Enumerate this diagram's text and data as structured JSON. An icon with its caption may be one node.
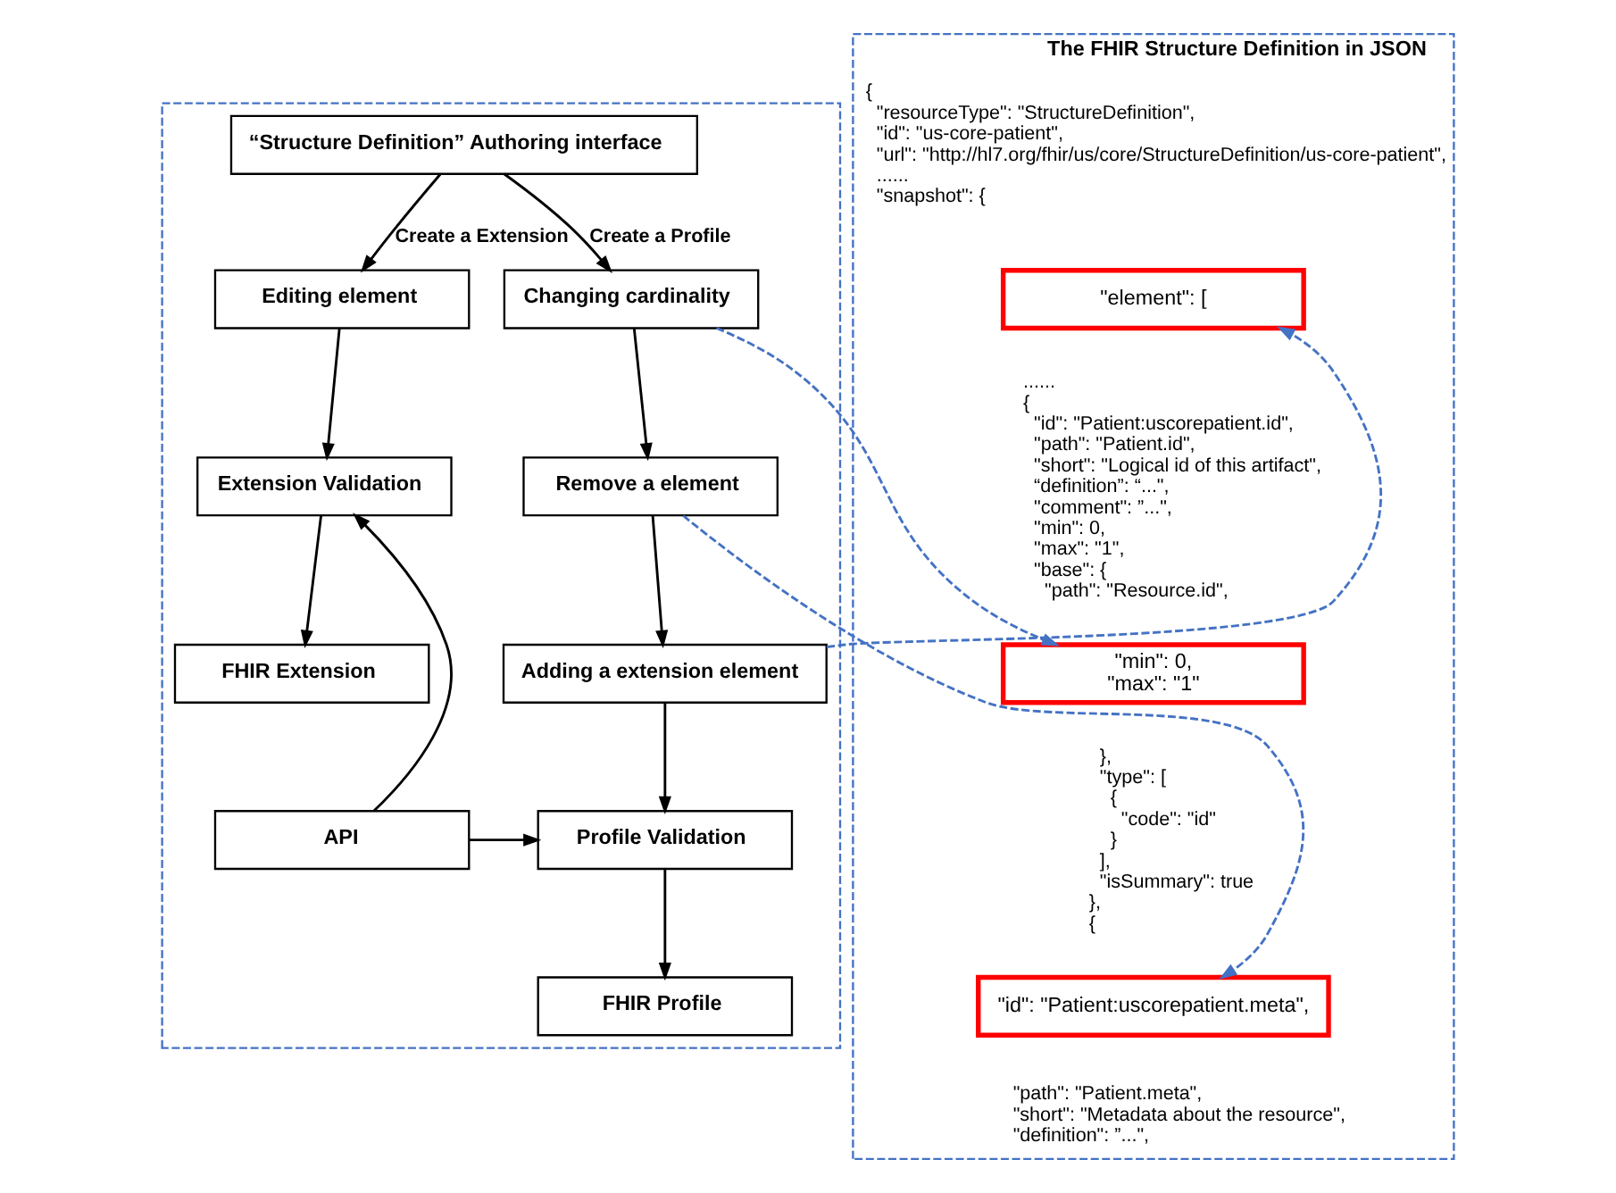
{
  "diagram": {
    "nodes": [
      {
        "text": [],
        "shape": "box"
      },
      {
        "text": [
          "“Structure Definition” Authoring interface"
        ],
        "in": 0
      },
      {
        "text": [
          "Editing element"
        ],
        "in": 0
      },
      {
        "text": [
          "Changing cardinality"
        ],
        "in": 0
      },
      {
        "text": [
          "Extension Validation"
        ],
        "in": 0
      },
      {
        "text": [
          "Remove a element"
        ],
        "in": 0
      },
      {
        "text": [
          "FHIR Extension"
        ],
        "in": 0
      },
      {
        "text": [
          "Adding a extension element"
        ],
        "in": 0
      },
      {
        "text": [
          "API"
        ],
        "in": 0
      },
      {
        "text": [
          "Profile Validation"
        ],
        "in": 0
      },
      {
        "text": [
          "FHIR Profile"
        ],
        "in": 0
      },
      {
        "text": [
          "The FHIR Structure Definition in JSON"
        ]
      },
      {
        "text": [
          "\"element\": ["
        ],
        "in": 11
      },
      {
        "text": [
          "\"min\": 0,",
          "\"max\": \"1\""
        ],
        "in": 11
      },
      {
        "text": [
          "\"id\": \"Patient:uscorepatient.meta\","
        ],
        "in": 11
      }
    ],
    "edges": [
      {
        "from": 1,
        "to": 2,
        "arrow": "to",
        "label": "Create a Extension"
      },
      {
        "from": 1,
        "to": 3,
        "arrow": "to",
        "label": "Create a Profile"
      },
      {
        "from": 2,
        "to": 4,
        "arrow": "to"
      },
      {
        "from": 4,
        "to": 6,
        "arrow": "to"
      },
      {
        "from": 3,
        "to": 5,
        "arrow": "to"
      },
      {
        "from": 5,
        "to": 7,
        "arrow": "to"
      },
      {
        "from": 7,
        "to": 9,
        "arrow": "to"
      },
      {
        "from": 8,
        "to": 9,
        "arrow": "to"
      },
      {
        "from": 8,
        "to": 4,
        "arrow": "to"
      },
      {
        "from": 9,
        "to": 10,
        "arrow": "to"
      },
      {
        "from": 3,
        "to": 13,
        "arrow": "to",
        "style": "dashed",
        "color": "#4472c4"
      },
      {
        "from": 7,
        "to": 12,
        "arrow": "to",
        "style": "dashed",
        "color": "#4472c4"
      },
      {
        "from": 5,
        "to": 14,
        "arrow": "to",
        "style": "dashed",
        "color": "#4472c4"
      }
    ],
    "labels": [
      "{",
      "\"resourceType\": \"StructureDefinition\",",
      "\"id\": \"us-core-patient\",",
      "\"url\": \"http://hl7.org/fhir/us/core/StructureDefinition/us-core-patient\",",
      "......",
      "\"snapshot\": {",
      "......",
      "{",
      "\"id\": \"Patient:uscorepatient.id\",",
      "\"path\": \"Patient.id\",",
      "\"short\": \"Logical id of this artifact\",",
      "“definition”: “...\",",
      "\"comment\": ”...\",",
      "\"min\": 0,",
      "\"max\": \"1\",",
      "\"base\": {",
      "\"path\": \"Resource.id\",",
      "},",
      "\"type\": [",
      "{",
      "\"code\": \"id\"",
      "}",
      "],",
      "\"isSummary\": true",
      "},",
      "{",
      "\"path\": \"Patient.meta\",",
      "\"short\": \"Metadata about the resource\",",
      "\"definition\": ”...\","
    ]
  }
}
